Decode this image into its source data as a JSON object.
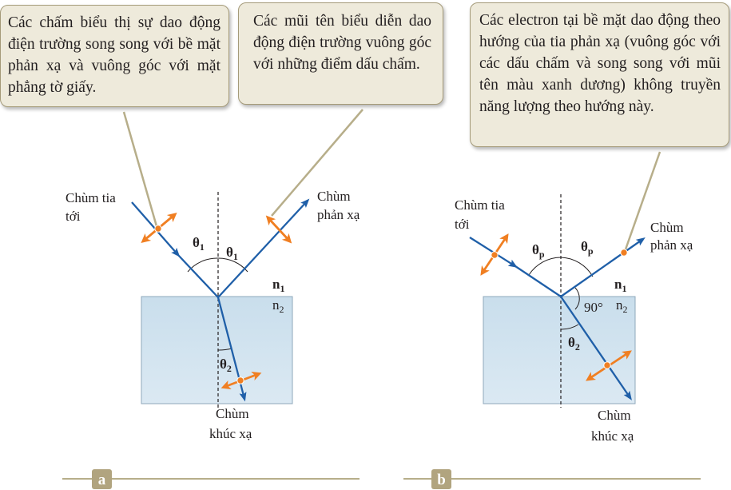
{
  "callouts": {
    "a1": "Các chấm biểu thị sự dao động điện trường song song với bề mặt phản xạ và vuông góc với mặt phẳng tờ giấy.",
    "a2": "Các mũi tên biểu diễn dao động điện trường vuông góc với những điểm dấu chấm.",
    "b1": "Các electron tại bề mặt dao động theo hướng của tia phản xạ (vuông góc với các dấu chấm và song song với mũi tên màu xanh dương) không truyền năng lượng theo hướng này."
  },
  "panel_a": {
    "incident_line1": "Chùm tia",
    "incident_line2": "tới",
    "reflected_line1": "Chùm",
    "reflected_line2": "phản xạ",
    "refracted_line1": "Chùm",
    "refracted_line2": "khúc xạ",
    "theta1": "θ",
    "theta1_sub": "1",
    "theta2": "θ",
    "theta2_sub": "2",
    "n1": "n",
    "n1_sub": "1",
    "n2": "n",
    "n2_sub": "2",
    "badge": "a"
  },
  "panel_b": {
    "incident_line1": "Chùm tia",
    "incident_line2": "tới",
    "reflected_line1": "Chùm",
    "reflected_line2": "phản xạ",
    "refracted_line1": "Chùm",
    "refracted_line2": "khúc xạ",
    "thetap": "θ",
    "thetap_sub": "p",
    "theta2": "θ",
    "theta2_sub": "2",
    "n1": "n",
    "n1_sub": "1",
    "n2": "n",
    "n2_sub": "2",
    "angle90": "90°",
    "badge": "b"
  },
  "colors": {
    "ray": "#1f5fa8",
    "oscillation": "#f07f22",
    "medium": "#d0e3ef",
    "callout_fill": "#eeeadb",
    "callout_border": "#a59b79",
    "pointer": "#b7ae8a"
  }
}
